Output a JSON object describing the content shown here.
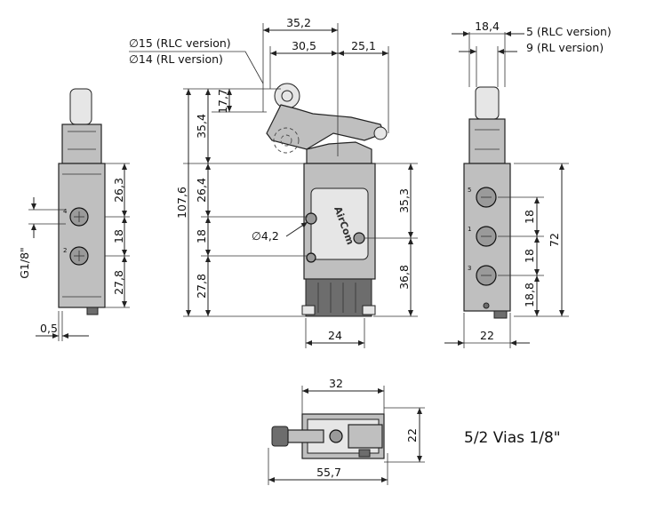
{
  "caption": "5/2 Vias 1/8\"",
  "notes": {
    "diameter_rlc": "∅15 (RLC version)",
    "diameter_rl": "∅14 (RL version)",
    "width_rlc": "5 (RLC version)",
    "width_rl": "9 (RL version)"
  },
  "left_view": {
    "dims": {
      "top": "26,3",
      "mid": "18",
      "bottom": "27,8",
      "thread": "G1/8\"",
      "offset": "0,5"
    },
    "port_numbers": [
      "4",
      "2"
    ]
  },
  "front_view": {
    "dims": {
      "width_total": "35,2",
      "width_left": "30,5",
      "width_right": "25,1",
      "lever_height": "17,7",
      "roller_height": "35,4",
      "total_height": "107,6",
      "upper": "26,4",
      "mid": "18",
      "lower": "27,8",
      "right_upper": "35,3",
      "right_lower": "36,8",
      "hole": "∅4,2",
      "base_width": "24"
    },
    "brand": "AirCom"
  },
  "right_view": {
    "dims": {
      "top_width": "18,4",
      "pitch1": "18",
      "pitch2": "18",
      "bottom": "18,8",
      "total": "72",
      "base_width": "22"
    },
    "port_numbers": [
      "5",
      "1",
      "3"
    ]
  },
  "bottom_view": {
    "dims": {
      "body_width": "32",
      "height": "22",
      "total_width": "55,7"
    }
  },
  "icons": [
    "valve-body",
    "roller-lever",
    "port-fitting",
    "mounting-hole"
  ]
}
